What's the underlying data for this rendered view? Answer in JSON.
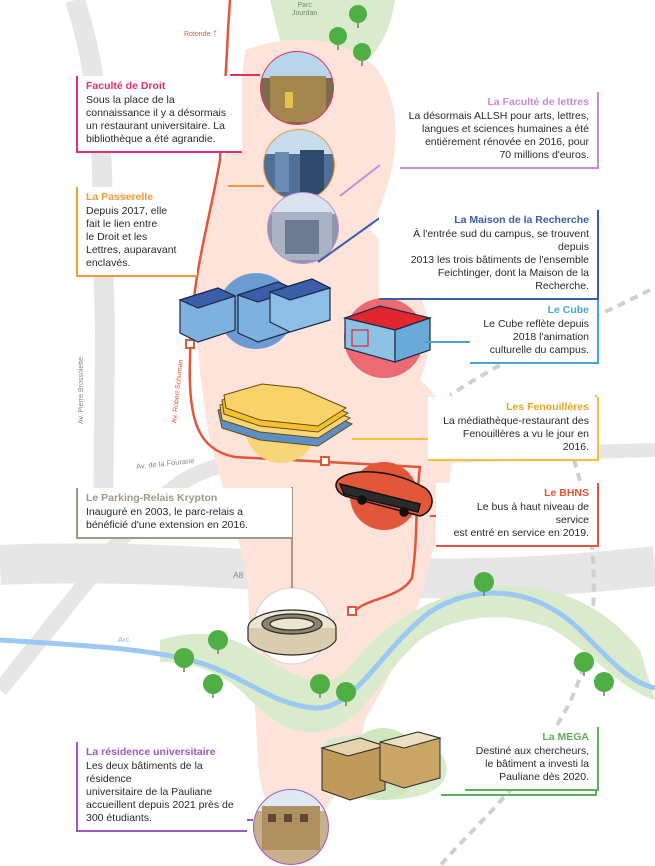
{
  "colors": {
    "background": "#ffffff",
    "road": "#e6e6e6",
    "campus_zone": "#fde3d9",
    "green_space": "#d9ebcc",
    "river": "#9cc9f2",
    "tram_line": "#e2563a",
    "tree": "#4fae44",
    "dashed_path": "#cfcfcf"
  },
  "map_labels": {
    "parc_jourdan": "Parc\nJourdan",
    "rotonde": "Rotonde",
    "rotonde_arrow": "↑",
    "av_pierre_brossolette": "Av. Pierre Brossolette",
    "av_robert_schuman": "Av. Robert Schuman",
    "av_fourane": "Av. de la Fourane",
    "a8": "A8",
    "arc": "Arc"
  },
  "callouts": {
    "faculte_droit": {
      "title": "Faculté de Droit",
      "body": "Sous la place de la\nconnaissance il y a désormais\nun restaurant universitaire. La\nbibliothèque a été agrandie.",
      "color": "#e2306c"
    },
    "faculte_lettres": {
      "title": "La Faculté de lettres",
      "body": "La désormais ALLSH pour arts, lettres,\nlangues et sciences humaines a été\nentièrement rénovée en 2016, pour\n70 millions d'euros.",
      "color": "#c58bd6"
    },
    "passerelle": {
      "title": "La Passerelle",
      "body": "Depuis 2017, elle\nfait le lien entre\nle Droit et les\nLettres, auparavant\nenclavés.",
      "color": "#f39a3a"
    },
    "maison_recherche": {
      "title": "La Maison de la Recherche",
      "body": "À l'entrée sud du campus, se trouvent depuis\n2013 les trois bâtiments de l'ensemble\nFeichtinger, dont la Maison de la Recherche.",
      "color": "#3a5ea8"
    },
    "cube": {
      "title": "Le Cube",
      "body": "Le Cube reflète depuis\n2018 l'animation\nculturelle du campus.",
      "color": "#45a6cf"
    },
    "fenouilleres": {
      "title": "Les Fenouillères",
      "body": "La médiathèque-restaurant des\nFenouillères a vu le jour en 2016.",
      "color": "#f4c131"
    },
    "parking_relais": {
      "title": "Le Parking-Relais Krypton",
      "body": "Inauguré en 2003, le parc-relais a\nbénéficié d'une extension en 2016.",
      "color": "#a39a86"
    },
    "bhns": {
      "title": "Le BHNS",
      "body": "Le bus à haut niveau de service\nest entré en service en 2019.",
      "color": "#e2563a"
    },
    "mega": {
      "title": "La MEGA",
      "body": "Destiné aux chercheurs,\nle bâtiment a investi la\nPauliane dès 2020.",
      "color": "#5fae5a"
    },
    "residence": {
      "title": "La résidence universitaire",
      "body": "Les deux bâtiments de la résidence\nuniversitaire de la Pauliane\naccueillent depuis 2021 près de\n300 étudiants.",
      "color": "#9b59c8"
    }
  }
}
